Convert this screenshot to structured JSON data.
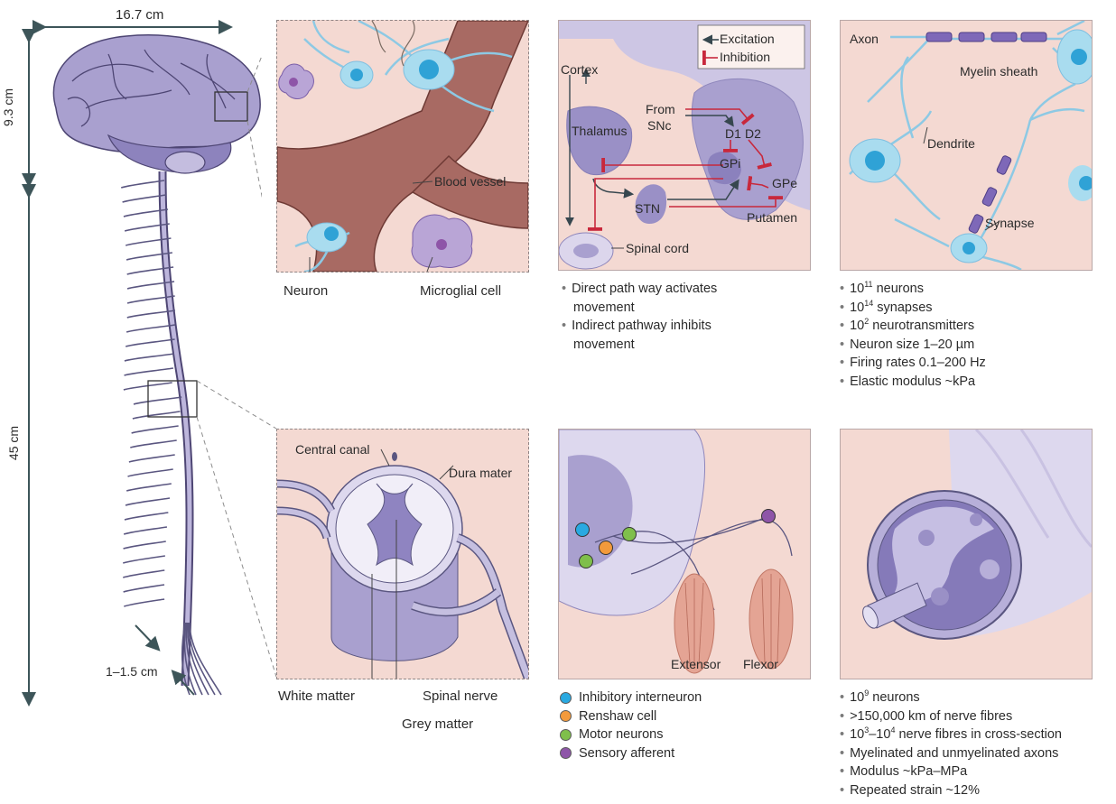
{
  "body": {
    "width_label": "16.7 cm",
    "brain_height_label": "9.3 cm",
    "cord_length_label": "45 cm",
    "root_label": "1–1.5 cm"
  },
  "brain_tissue": {
    "labels": {
      "blood_vessel": "Blood vessel",
      "neuron": "Neuron",
      "microglial_cell": "Microglial cell"
    }
  },
  "basal_ganglia": {
    "legend": {
      "excitation": "Excitation",
      "inhibition": "Inhibition"
    },
    "labels": {
      "cortex": "Cortex",
      "from": "From",
      "snc": "SNc",
      "thalamus": "Thalamus",
      "d1": "D1",
      "d2": "D2",
      "gpi": "GPi",
      "gpe": "GPe",
      "stn": "STN",
      "putamen": "Putamen",
      "spinal_cord": "Spinal cord"
    },
    "bullets": [
      "Direct path way activates",
      "movement",
      "Indirect pathway inhibits",
      "movement"
    ]
  },
  "neurons": {
    "labels": {
      "axon": "Axon",
      "myelin_sheath": "Myelin sheath",
      "dendrite": "Dendrite",
      "synapse": "Synapse"
    },
    "bullets": [
      {
        "base": "10",
        "sup": "11",
        "text": " neurons"
      },
      {
        "base": "10",
        "sup": "14",
        "text": " synapses"
      },
      {
        "base": "10",
        "sup": "2",
        "text": " neurotransmitters"
      },
      {
        "base": "",
        "sup": "",
        "text": "Neuron size 1–20 µm"
      },
      {
        "base": "",
        "sup": "",
        "text": "Firing rates 0.1–200 Hz"
      },
      {
        "base": "",
        "sup": "",
        "text": "Elastic modulus ~kPa"
      }
    ]
  },
  "spinal_section": {
    "labels": {
      "central_canal": "Central canal",
      "dura_mater": "Dura mater",
      "white_matter": "White matter",
      "grey_matter": "Grey matter",
      "spinal_nerve": "Spinal nerve"
    }
  },
  "reflex": {
    "labels": {
      "extensor": "Extensor",
      "flexor": "Flexor"
    },
    "legend": [
      {
        "label": "Inhibitory interneuron",
        "color": "#29a9e1"
      },
      {
        "label": "Renshaw cell",
        "color": "#f39a3c"
      },
      {
        "label": "Motor neurons",
        "color": "#7fbf4b"
      },
      {
        "label": "Sensory afferent",
        "color": "#8e55a8"
      }
    ]
  },
  "nerve": {
    "bullets": [
      {
        "base": "10",
        "sup": "9",
        "text": " neurons"
      },
      {
        "base": "",
        "sup": "",
        "text": ">150,000 km of nerve fibres"
      },
      {
        "base": "10",
        "sup": "3",
        "mid": "–10",
        "sup2": "4",
        "text": " nerve fibres in cross-section"
      },
      {
        "base": "",
        "sup": "",
        "text": "Myelinated and unmyelinated axons"
      },
      {
        "base": "",
        "sup": "",
        "text": "Modulus ~kPa–MPa"
      },
      {
        "base": "",
        "sup": "",
        "text": "Repeated strain ~12%"
      }
    ]
  },
  "colors": {
    "panel_bg": "#f4d9d2",
    "purple": "#9f93c9",
    "cyan": "#a9dcef",
    "vessel": "#a86a63",
    "excitation": "#37474f",
    "inhibition": "#c8283c"
  }
}
